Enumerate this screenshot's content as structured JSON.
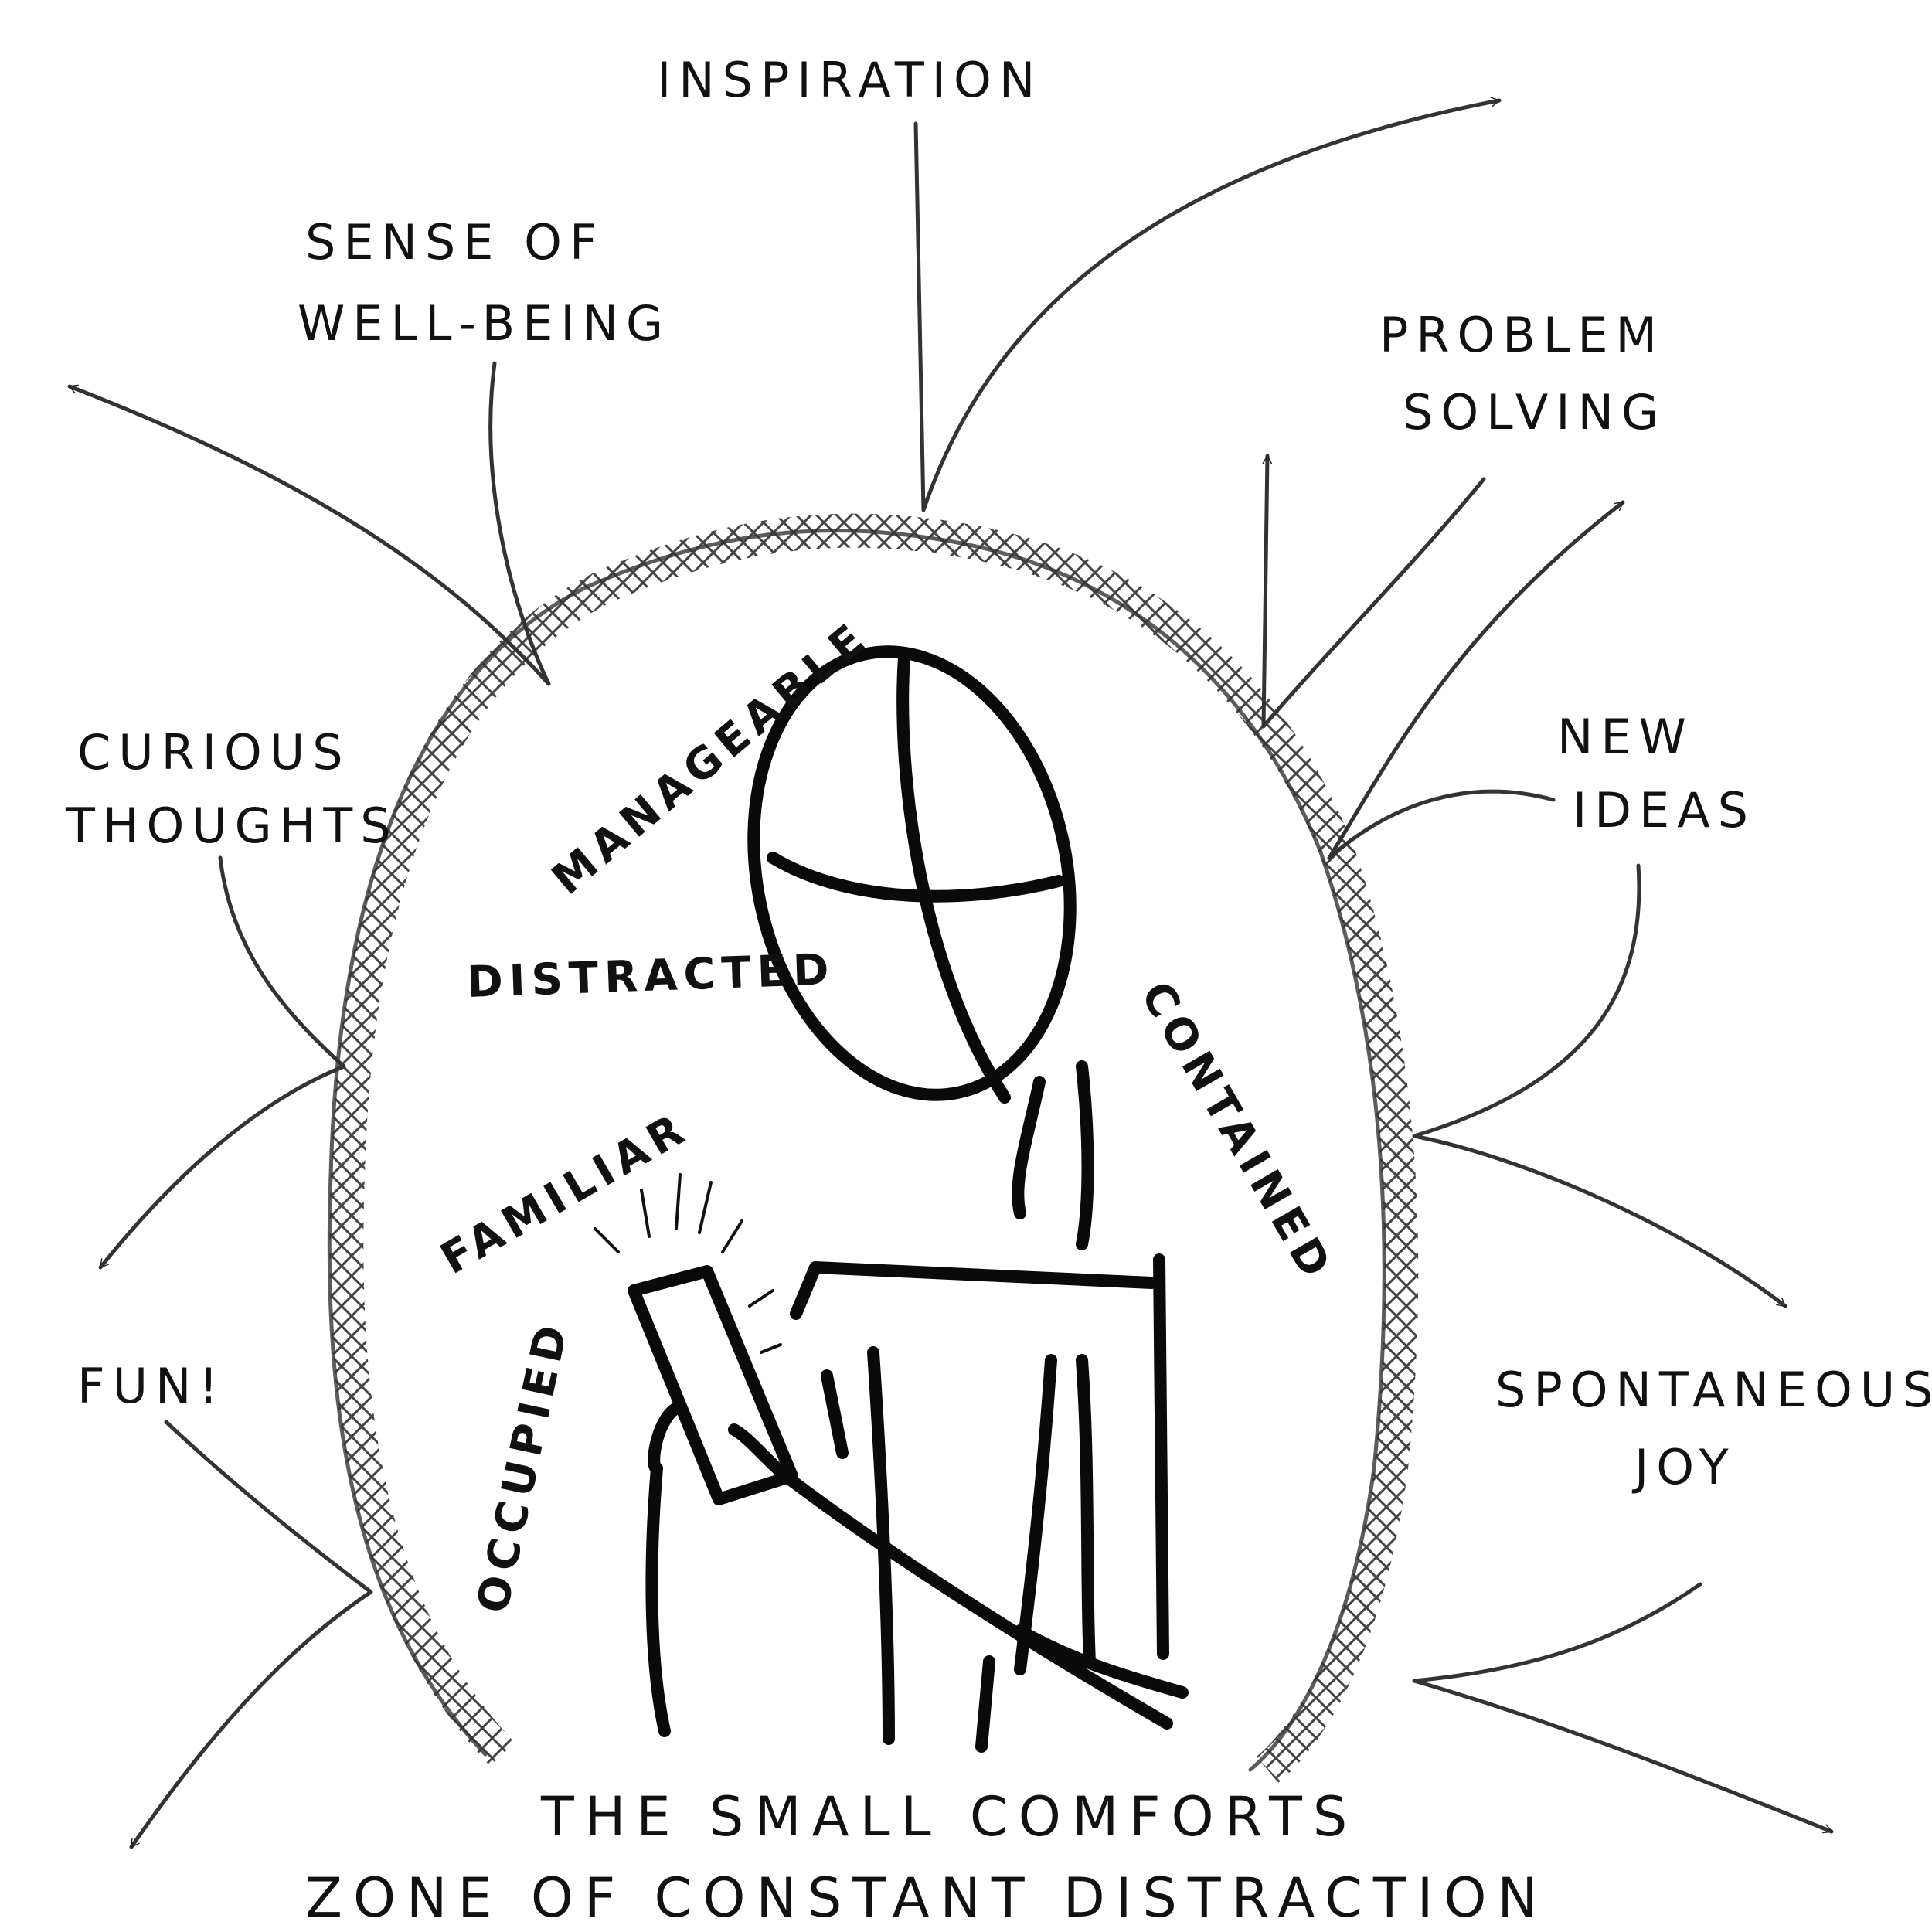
{
  "outer_labels": {
    "inspiration": "INSPIRATION",
    "sense_1": "SENSE OF",
    "sense_2": "WELL-BEING",
    "problem_1": "PROBLEM",
    "problem_2": "SOLVING",
    "curious_1": "CURIOUS",
    "curious_2": "THOUGHTS",
    "new_1": "NEW",
    "new_2": "IDEAS",
    "fun": "FUN!",
    "spont_1": "SPONTANEOUS",
    "spont_2": "JOY"
  },
  "inner_labels": {
    "manageable": "MANAGEABLE",
    "distracted": "DISTRACTED",
    "contained": "CONTAINED",
    "familiar": "FAMILIAR",
    "occupied": "OCCUPIED"
  },
  "caption": {
    "line1": "THE SMALL COMFORTS",
    "line2": "ZONE OF CONSTANT DISTRACTION"
  }
}
